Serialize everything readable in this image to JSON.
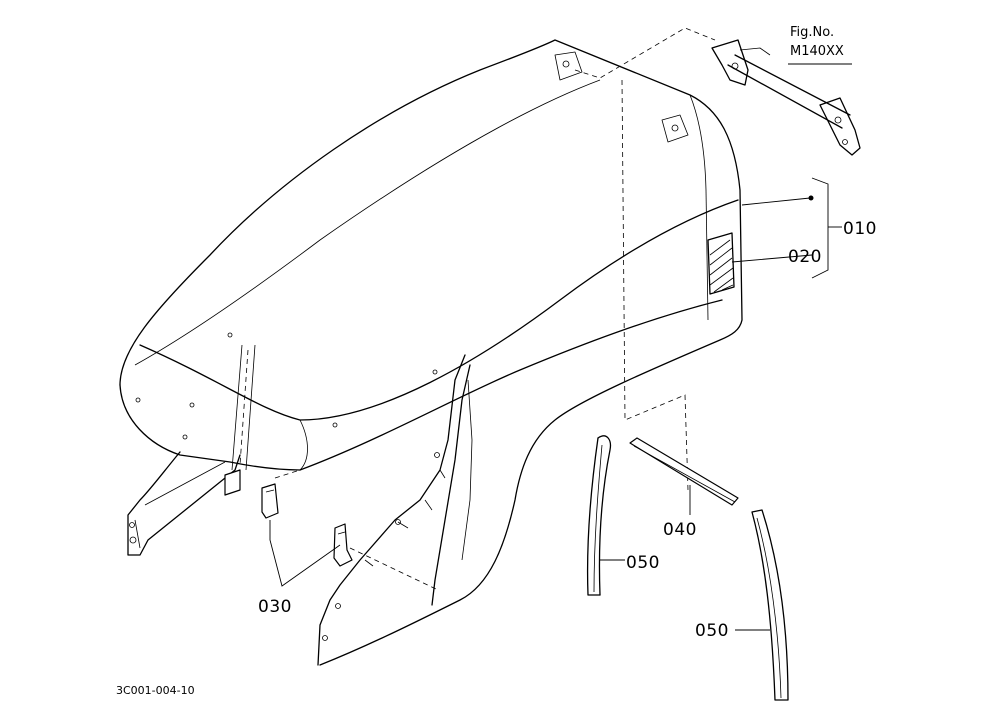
{
  "figure": {
    "fig_label": "Fig.No.",
    "fig_number": "M140XX",
    "drawing_code": "3C001-004-10"
  },
  "parts": [
    {
      "id": "010",
      "label": "010"
    },
    {
      "id": "020",
      "label": "020"
    },
    {
      "id": "030",
      "label": "030"
    },
    {
      "id": "040",
      "label": "040"
    },
    {
      "id": "050a",
      "label": "050"
    },
    {
      "id": "050b",
      "label": "050"
    }
  ]
}
